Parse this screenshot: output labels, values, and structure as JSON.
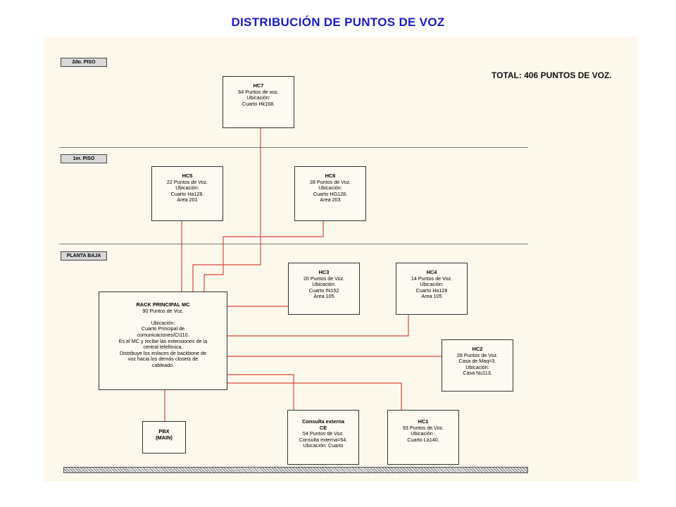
{
  "title": "DISTRIBUCIÓN DE PUNTOS DE VOZ",
  "total": "TOTAL: 406 PUNTOS DE VOZ.",
  "floors": {
    "second": "2do. PISO",
    "first": "1er. PISO",
    "ground": "PLANTA BAJA"
  },
  "line_color": "#e0463c",
  "nodes": {
    "hc7": {
      "title": "HC7",
      "lines": [
        "64 Puntos de voz.",
        "Ubicación:",
        "Cuarto Hk168."
      ]
    },
    "hc5": {
      "title": "HC5",
      "lines": [
        "22 Puntos de Voz.",
        "Ubicación:",
        "Cuarto Ha128.",
        "Area 201"
      ]
    },
    "hc6": {
      "title": "HC6",
      "lines": [
        "28 Puntos de Voz.",
        "Ubicación:",
        "Cuarto HG128.",
        "Area 203"
      ]
    },
    "hc3": {
      "title": "HC3",
      "lines": [
        "20 Puntos de Voz.",
        "Ubicación:",
        "Cuarto IN152",
        "Area 105"
      ]
    },
    "hc4": {
      "title": "HC4",
      "lines": [
        "14 Puntos de Voz.",
        "Ubicación:",
        "Cuarto Ha128",
        "Area 105"
      ]
    },
    "mc": {
      "title": "RACK PRINCIPAL MC",
      "lines": [
        "90 Puntos de Voz.",
        "",
        "Ubicación:",
        "Cuarto Principal de",
        "comunicaciones/CI110.",
        "Es el MC y recibe las extensiones de la",
        "central telefónica.",
        "Distribuye los enlaces de backbone de",
        "voz hacia los demás closets de",
        "cableado."
      ]
    },
    "hc2": {
      "title": "HC2",
      "lines": [
        "28 Puntos de Voz.",
        "Casa de Maq=3.",
        "Ubicación:",
        "Casa Nu113."
      ]
    },
    "pbx": {
      "title": "PBX",
      "lines": [
        "(MAIN)"
      ]
    },
    "ce": {
      "title": "Consulta externa",
      "lines": [
        "CE",
        "54 Puntos de Voz.",
        "Consulta externa=54.",
        "Ubicación: Cuarto"
      ]
    },
    "hc1": {
      "title": "HC1",
      "lines": [
        "93 Puntos de Voz.",
        "Ubicación :",
        "Cuarto La140."
      ]
    }
  }
}
